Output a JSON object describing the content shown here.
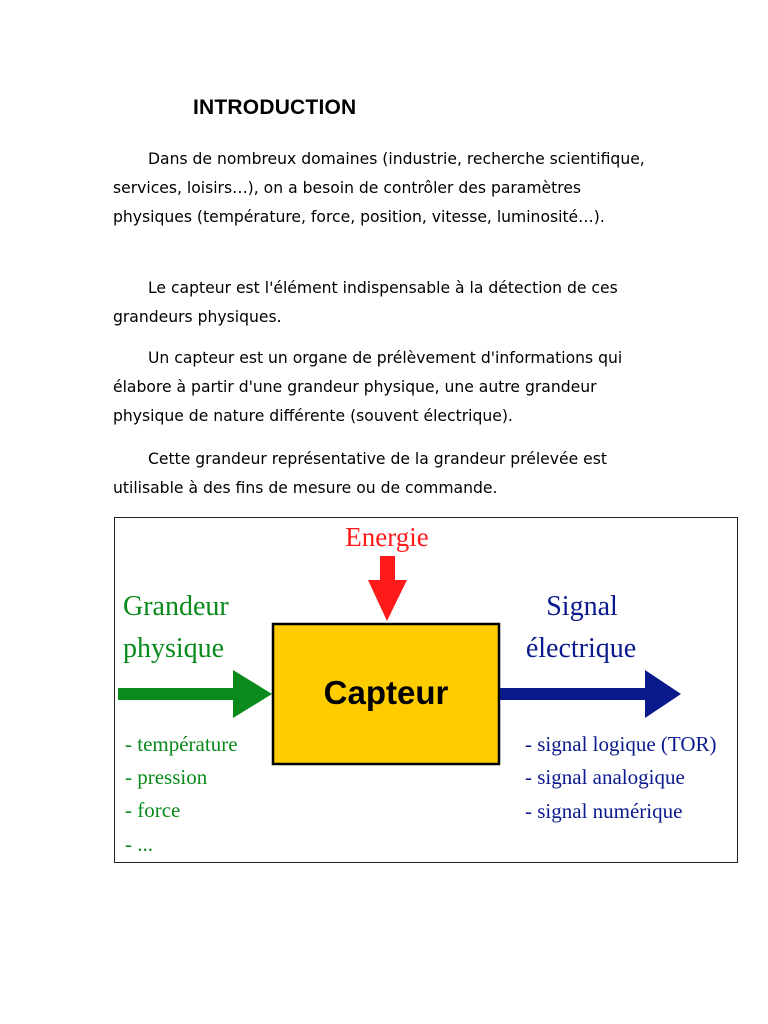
{
  "document": {
    "title": "INTRODUCTION",
    "paragraphs": [
      "Dans de nombreux domaines (industrie, recherche scientifique, services, loisirs…), on a besoin de contrôler des paramètres physiques (température, force, position, vitesse, luminosité…).",
      "Le capteur est l'élément indispensable à la détection de ces grandeurs physiques.",
      "Un capteur est un organe de prélèvement d'informations qui élabore à partir d'une grandeur physique, une autre grandeur physique de nature différente (souvent électrique).",
      "Cette grandeur représentative de la grandeur prélevée est utilisable à des fins de mesure ou de commande."
    ]
  },
  "diagram": {
    "energy_label": "Energie",
    "input_label_line1": "Grandeur",
    "input_label_line2": "physique",
    "sensor_label": "Capteur",
    "output_label_line1": "Signal",
    "output_label_line2": "électrique",
    "input_examples": [
      "- température",
      "- pression",
      "- force",
      "- ..."
    ],
    "output_examples": [
      "- signal logique (TOR)",
      "- signal analogique",
      "- signal numérique"
    ],
    "colors": {
      "energy": "#ff1a1a",
      "input": "#0a8a1a",
      "output": "#0a1a8c",
      "sensor_fill": "#ffcc00",
      "sensor_border": "#000000"
    }
  }
}
